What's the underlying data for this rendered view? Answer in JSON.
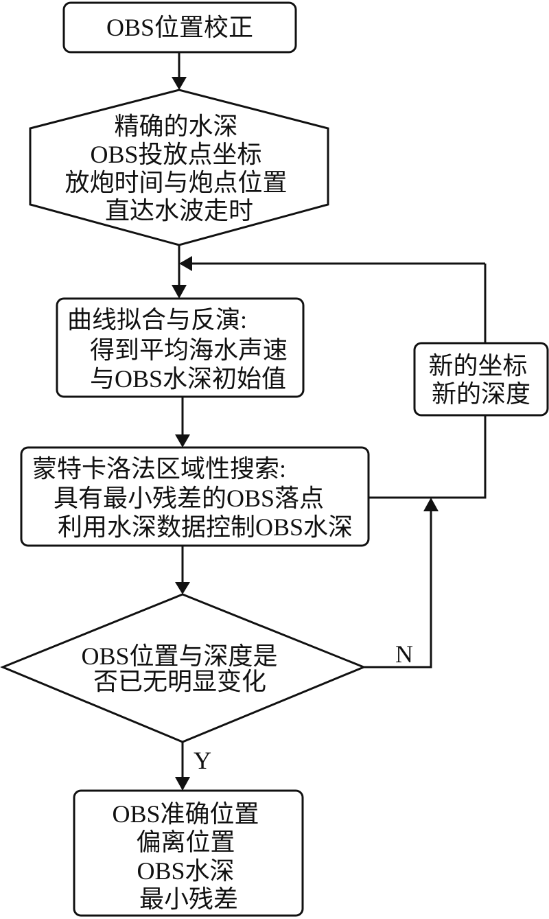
{
  "nodes": {
    "start": {
      "lines": [
        "OBS位置校正"
      ]
    },
    "inputs": {
      "lines": [
        "精确的水深",
        "OBS投放点坐标",
        "放炮时间与炮点位置",
        "直达水波走时"
      ]
    },
    "curve_fit": {
      "lines": [
        "曲线拟合与反演:",
        "得到平均海水声速",
        "与OBS水深初始值"
      ]
    },
    "monte_carlo": {
      "lines": [
        "蒙特卡洛法区域性搜索:",
        "具有最小残差的OBS落点",
        "利用水深数据控制OBS水深"
      ]
    },
    "decision": {
      "lines": [
        "OBS位置与深度是",
        "否已无明显变化"
      ]
    },
    "feedback": {
      "lines": [
        "新的坐标",
        "新的深度"
      ]
    },
    "result": {
      "lines": [
        "OBS准确位置",
        "偏离位置",
        "OBS水深",
        "最小残差"
      ]
    }
  },
  "edges": {
    "no_label": "N",
    "yes_label": "Y"
  }
}
